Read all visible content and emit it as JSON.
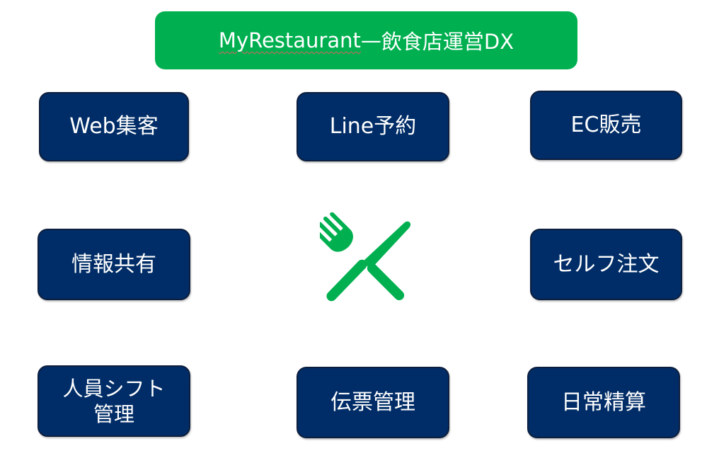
{
  "title": {
    "brand": "MyRestaurant",
    "dash": "—",
    "subtitle": "飲食店運営DX"
  },
  "nodes": {
    "web": "Web集客",
    "line": "Line予約",
    "ec": "EC販売",
    "share": "情報共有",
    "self_order": "セルフ注文",
    "shift_line1": "人員シフト",
    "shift_line2": "管理",
    "slip": "伝票管理",
    "daily": "日常精算"
  },
  "center_icon": "fork-and-knife-icon",
  "colors": {
    "title_bg": "#00b050",
    "node_bg": "#002d67",
    "node_border": "#0d1e3d",
    "icon": "#00b050",
    "text": "#ffffff"
  }
}
